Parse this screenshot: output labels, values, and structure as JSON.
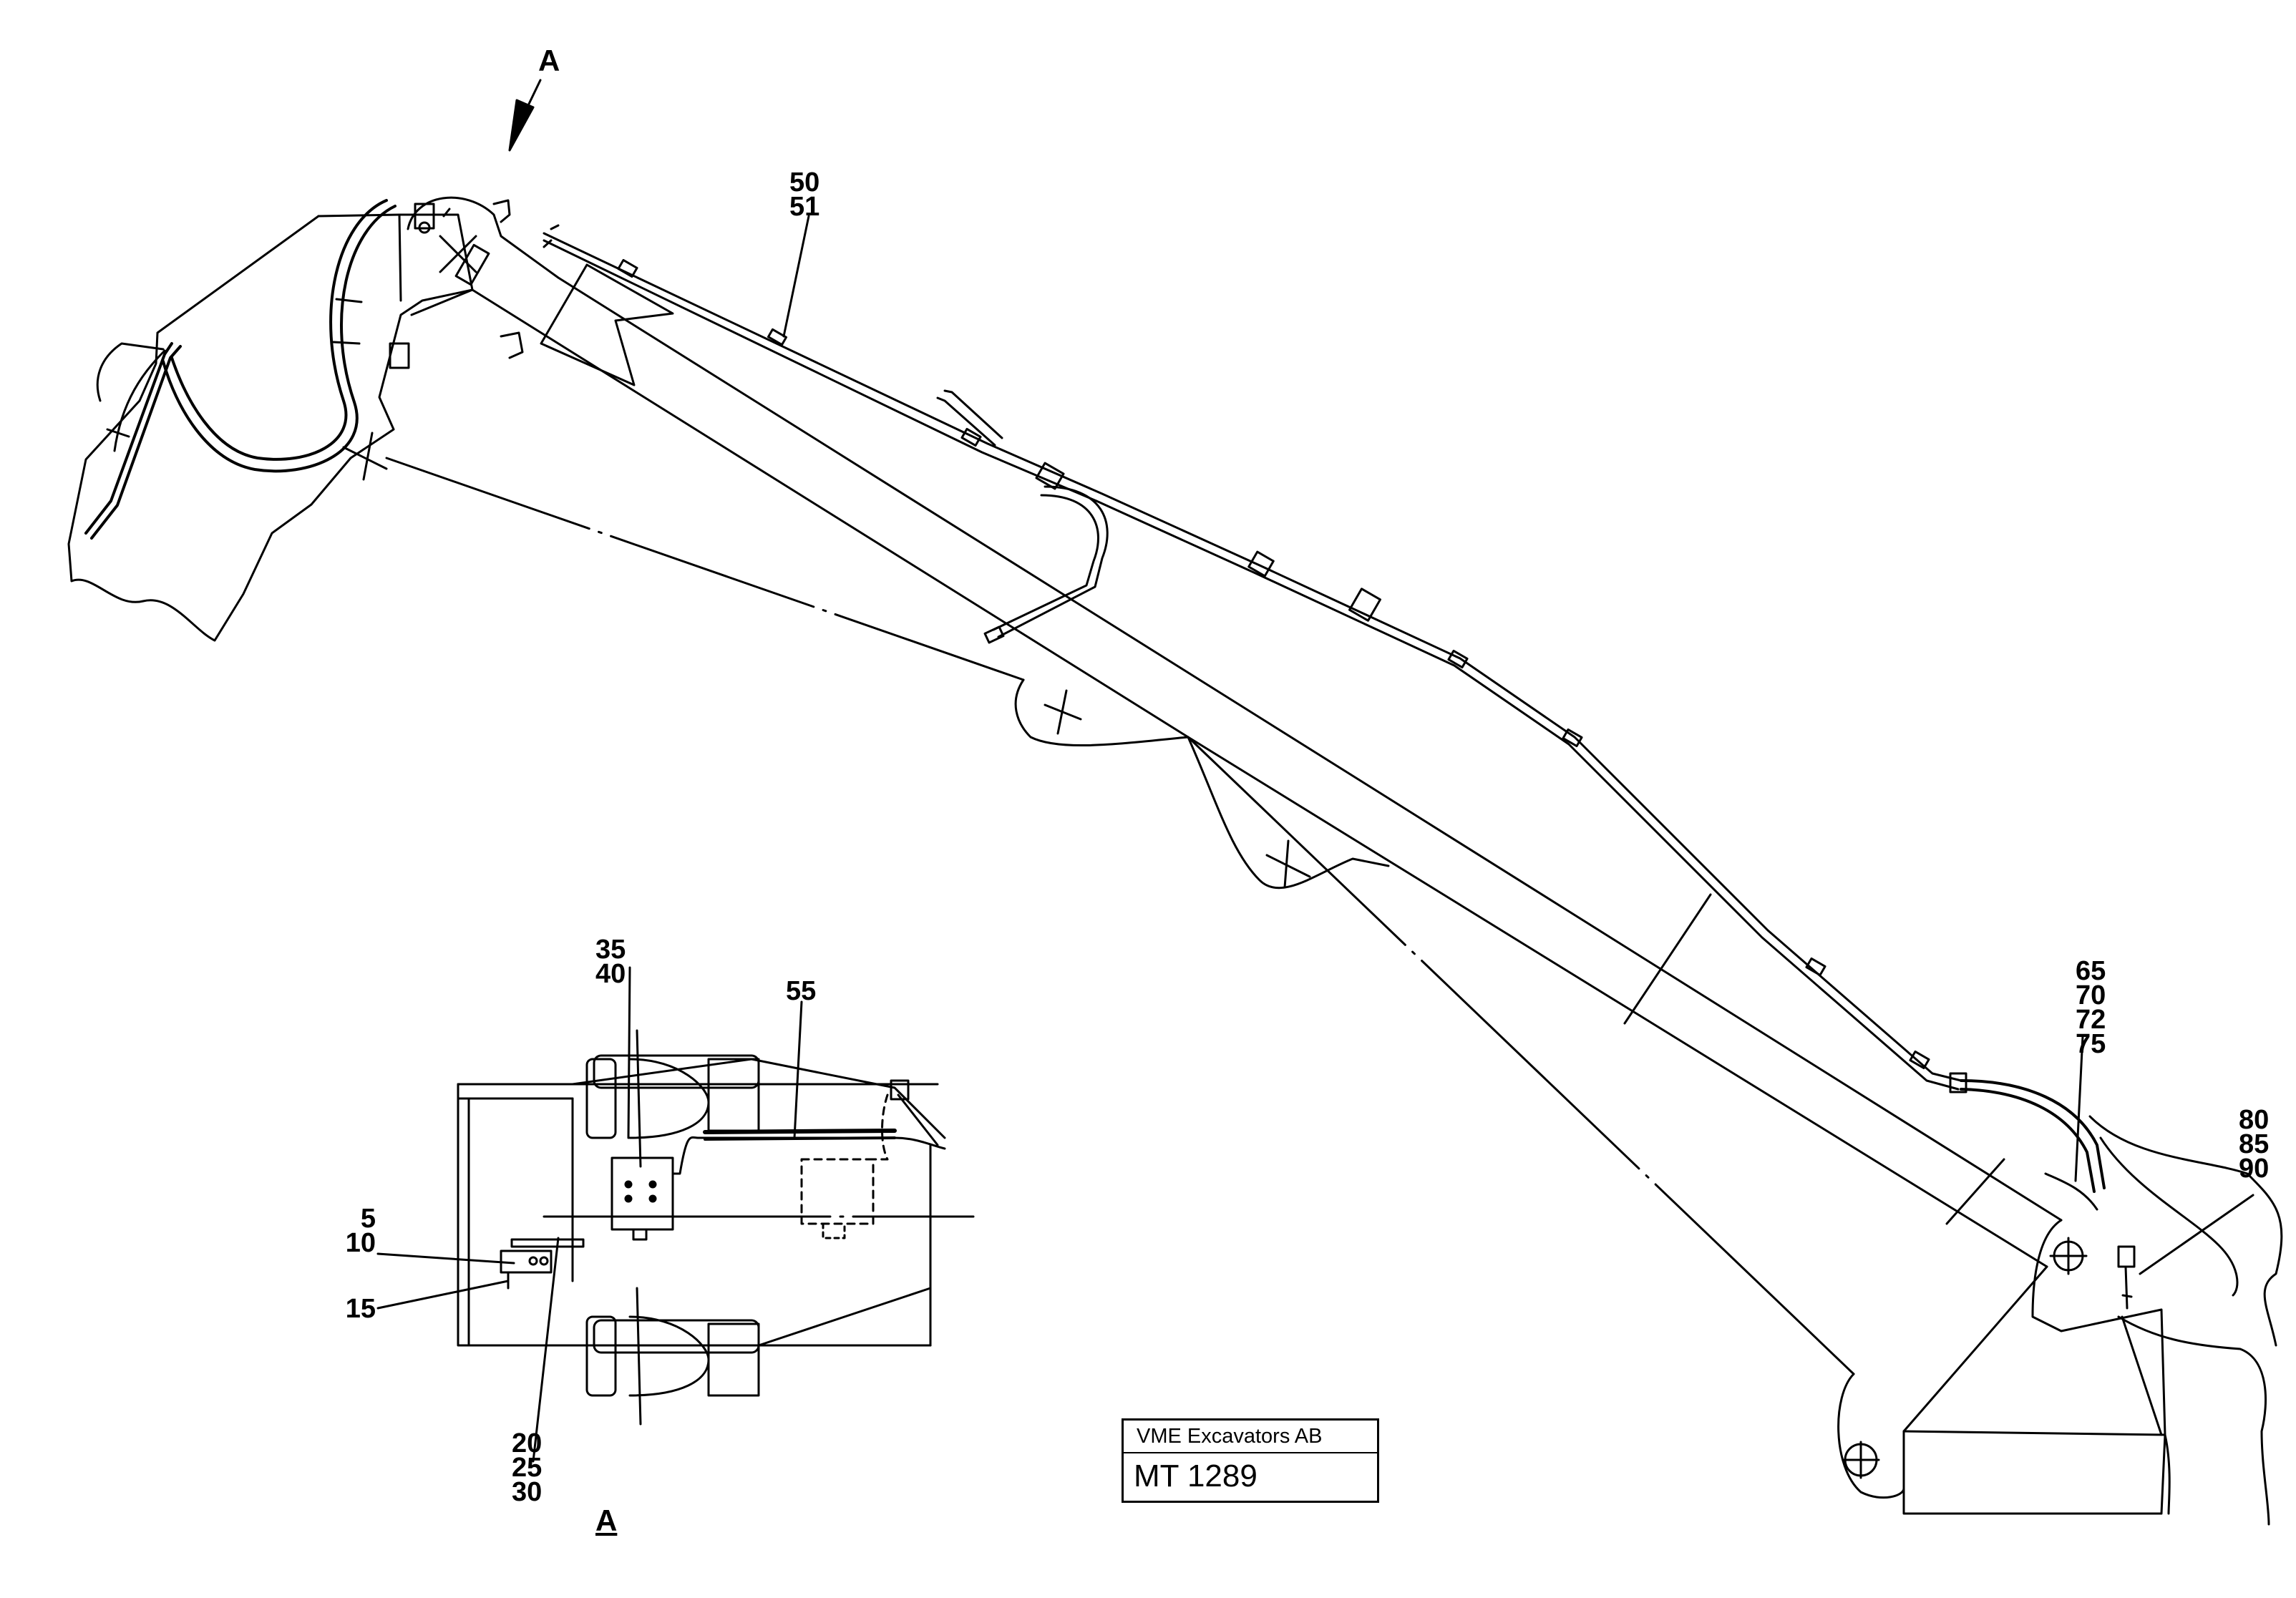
{
  "callouts": {
    "view_arrow": "A",
    "pipe_50_51": [
      "50",
      "51"
    ],
    "block_35_40": [
      "35",
      "40"
    ],
    "pipe_55": [
      "55"
    ],
    "clamp_5_10": [
      "5",
      "10"
    ],
    "part_15": [
      "15"
    ],
    "part_20_25_30": [
      "20",
      "25",
      "30"
    ],
    "hose_65_75": [
      "65",
      "70",
      "72",
      "75"
    ],
    "part_80_90": [
      "80",
      "85",
      "90"
    ],
    "section_view": "A"
  },
  "title_block": {
    "company": "VME Excavators AB",
    "drawing_number": "MT 1289"
  }
}
